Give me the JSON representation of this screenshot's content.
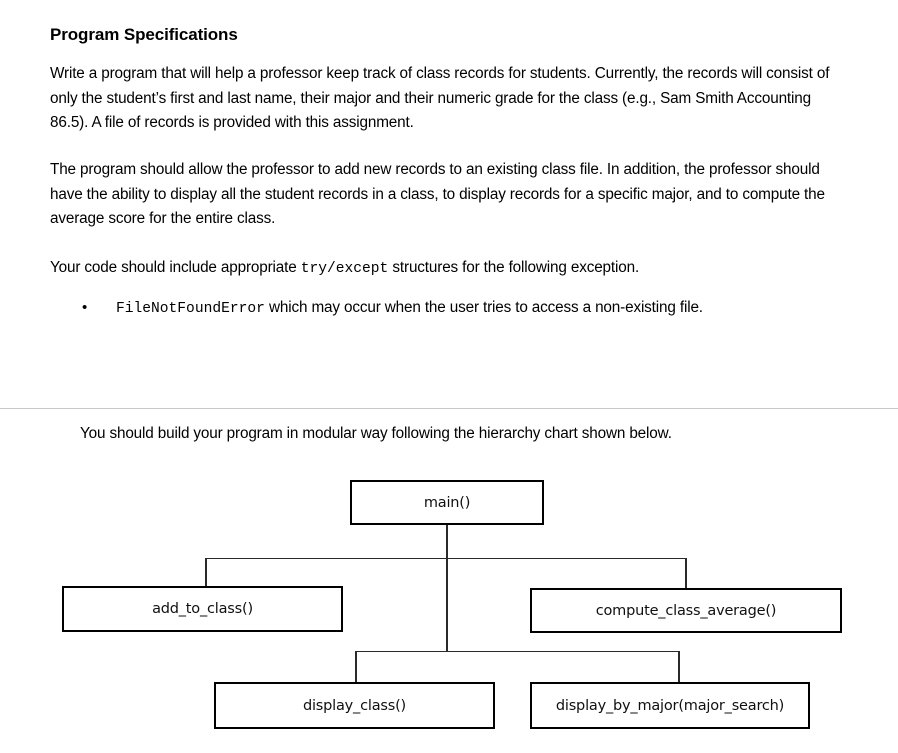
{
  "document": {
    "title": "Program Specifications",
    "paragraphs": [
      "Write a program that will help a professor keep track of class records for students.  Currently, the records will consist of only the student’s first and last name, their major and their numeric grade for the class (e.g., Sam Smith Accounting 86.5).  A file of records is provided with this assignment.",
      "The program should allow the professor to add new records to an existing class file.  In addition, the professor should have the ability to display all the student records in a class, to display records for a specific major, and to compute the average score for the entire class."
    ],
    "exception_intro": {
      "before": "Your code should include appropriate ",
      "code": "try/except",
      "after": " structures for the following exception."
    },
    "bullet": {
      "marker": "•",
      "code": "FileNotFoundError",
      "text": "  which may occur when the user tries to access a non-existing file."
    },
    "divider_color": "#c9c9c9",
    "chart_caption": "You should build your program in modular way following the hierarchy chart shown below."
  },
  "hierarchy_chart": {
    "type": "tree",
    "title": "Program hierarchy chart",
    "nodes": [
      {
        "id": "main",
        "label": "main()",
        "level": 0
      },
      {
        "id": "add_to_class",
        "label": "add_to_class()",
        "level": 1
      },
      {
        "id": "compute_average",
        "label": "compute_class_average()",
        "level": 1
      },
      {
        "id": "display_class",
        "label": "display_class()",
        "level": 2
      },
      {
        "id": "display_by_major",
        "label": "display_by_major(major_search)",
        "level": 2
      }
    ],
    "edges": [
      {
        "from": "main",
        "to": "add_to_class"
      },
      {
        "from": "main",
        "to": "compute_average"
      },
      {
        "from": "main",
        "to": "display_class"
      },
      {
        "from": "main",
        "to": "display_by_major"
      }
    ],
    "box_border_color": "#000000",
    "edge_color": "#2a2a2a"
  }
}
